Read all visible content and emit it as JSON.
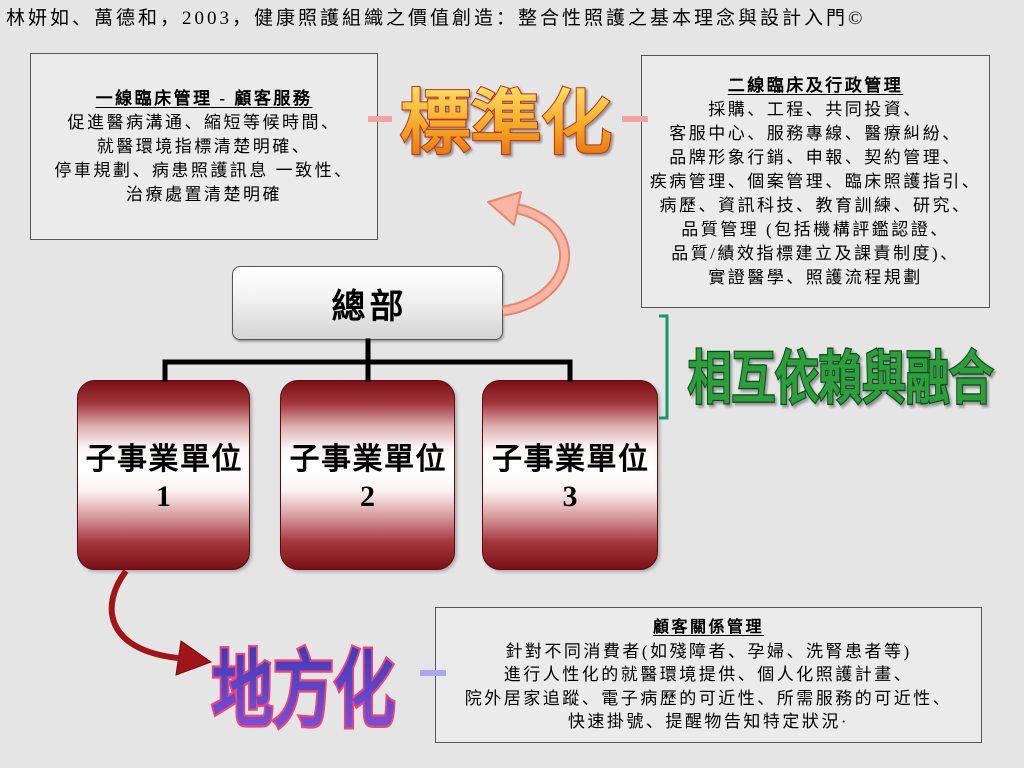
{
  "slide": {
    "citation": "林妍如、萬德和，2003，健康照護組織之價值創造：整合性照護之基本理念與設計入門©"
  },
  "boxes": {
    "frontline": {
      "title": "一線臨床管理 - 顧客服務",
      "lines": [
        "促進醫病溝通、縮短等候時間、",
        "就醫環境指標清楚明確、",
        "停車規劃、病患照護訊息 一致性、",
        "治療處置清楚明確"
      ]
    },
    "secondline": {
      "title": "二線臨床及行政管理",
      "lines": [
        "採購、工程、共同投資、",
        "客服中心、服務專線、醫療糾紛、",
        "品牌形象行銷、申報、契約管理、",
        "疾病管理、個案管理、臨床照護指引、",
        "病歷、資訊科技、教育訓練、研究、",
        "品質管理 (包括機構評鑑認證、",
        "品質/績效指標建立及課責制度)、",
        "實證醫學、照護流程規劃"
      ]
    },
    "customer_relations": {
      "title": "顧客關係管理",
      "lines": [
        "針對不同消費者(如殘障者、孕婦、洗腎患者等)",
        "進行人性化的就醫環境提供、個人化照護計畫、",
        "院外居家追蹤、電子病歷的可近性、所需服務的可近性、",
        "快速掛號、提醒物告知特定狀況·"
      ]
    }
  },
  "concepts": {
    "standardization": "標準化",
    "interdependence": "相互依賴與融合",
    "localization": "地方化"
  },
  "org_chart": {
    "headquarters": "總部",
    "units": [
      {
        "name": "子事業單位",
        "number": "1"
      },
      {
        "name": "子事業單位",
        "number": "2"
      },
      {
        "name": "子事業單位",
        "number": "3"
      }
    ]
  },
  "colors": {
    "slide_background": "#e5e5e5",
    "box_background": "#ebebeb",
    "unit_box_red": "#7a1016",
    "standardization_dash": "#f2a4a4",
    "localization_dash": "#a8a8f0",
    "feedback_arrow": "#f7b6a4",
    "localization_arrow": "#a0141a",
    "bracket": "#17976a",
    "interdependence_text": "#2e9e3e"
  }
}
